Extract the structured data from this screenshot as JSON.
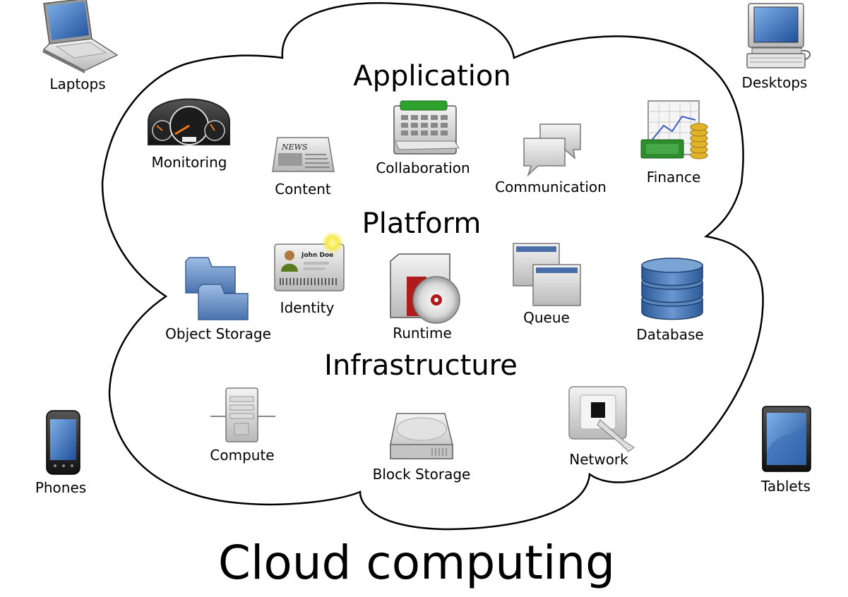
{
  "title": "Cloud computing",
  "layers": {
    "application": "Application",
    "platform": "Platform",
    "infrastructure": "Infrastructure"
  },
  "devices": {
    "laptops": "Laptops",
    "desktops": "Desktops",
    "phones": "Phones",
    "tablets": "Tablets"
  },
  "application_items": {
    "monitoring": "Monitoring",
    "content": "Content",
    "collaboration": "Collaboration",
    "communication": "Communication",
    "finance": "Finance"
  },
  "platform_items": {
    "object_storage": "Object Storage",
    "identity": "Identity",
    "runtime": "Runtime",
    "queue": "Queue",
    "database": "Database"
  },
  "infrastructure_items": {
    "compute": "Compute",
    "block_storage": "Block Storage",
    "network": "Network"
  },
  "icon_text": {
    "news": "NEWS",
    "id_name": "John Doe"
  },
  "colors": {
    "collaboration_green": "#2fa12f",
    "folder_blue": "#6f95c9",
    "database_blue": "#3a6aa8",
    "runtime_red": "#b01c1c",
    "finance_green": "#2e8b2e",
    "coin_gold": "#e0b32a"
  }
}
